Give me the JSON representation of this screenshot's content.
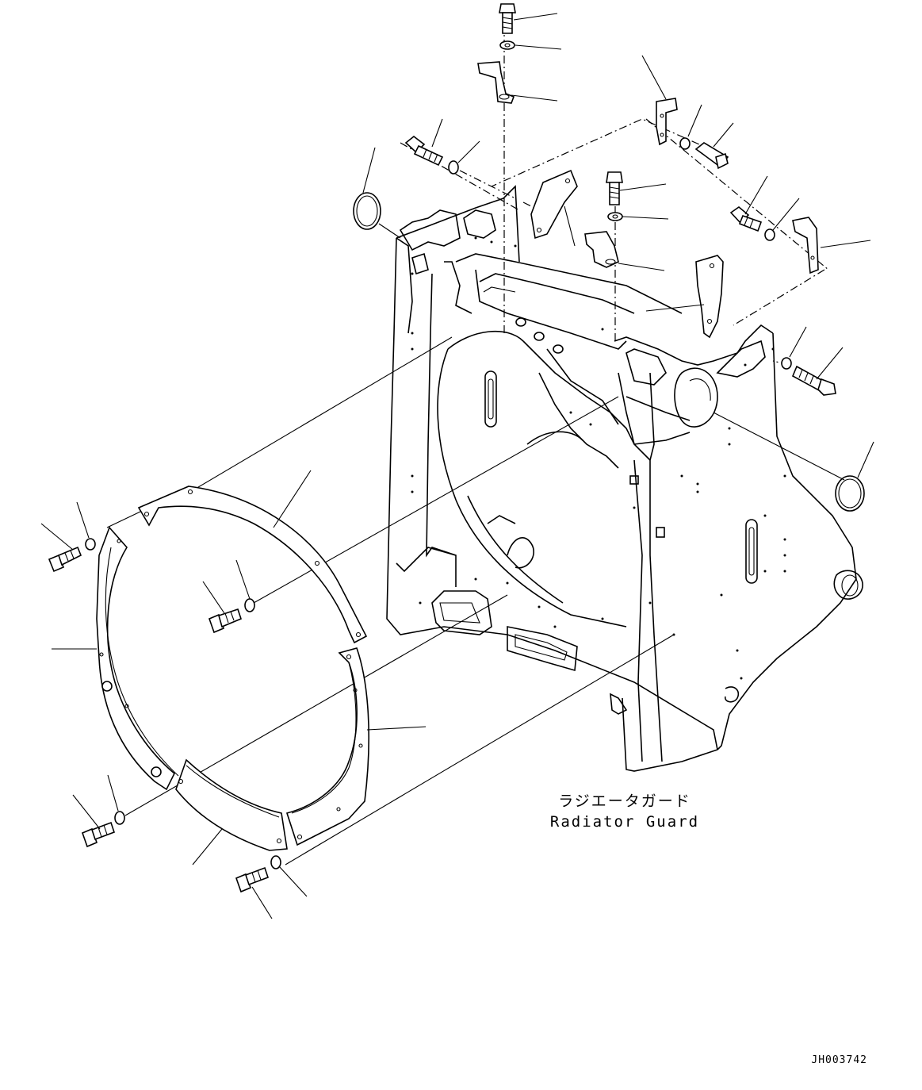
{
  "caption": {
    "japanese": "ラジエータガード",
    "english": "Radiator Guard"
  },
  "drawing_id": "JH003742",
  "parts": [
    {
      "name": "bolt-icon"
    },
    {
      "name": "washer-icon"
    },
    {
      "name": "bracket-icon"
    },
    {
      "name": "o-ring-icon"
    },
    {
      "name": "guard-segment-icon"
    },
    {
      "name": "radiator-frame-icon"
    }
  ]
}
